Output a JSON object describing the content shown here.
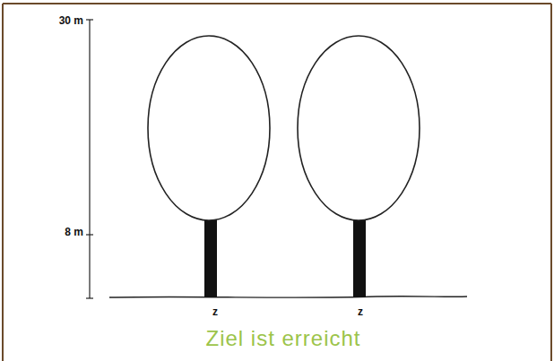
{
  "diagram": {
    "caption": "Ziel ist erreicht",
    "labels": [
      "30 m",
      "8 m",
      "z",
      "z"
    ]
  }
}
